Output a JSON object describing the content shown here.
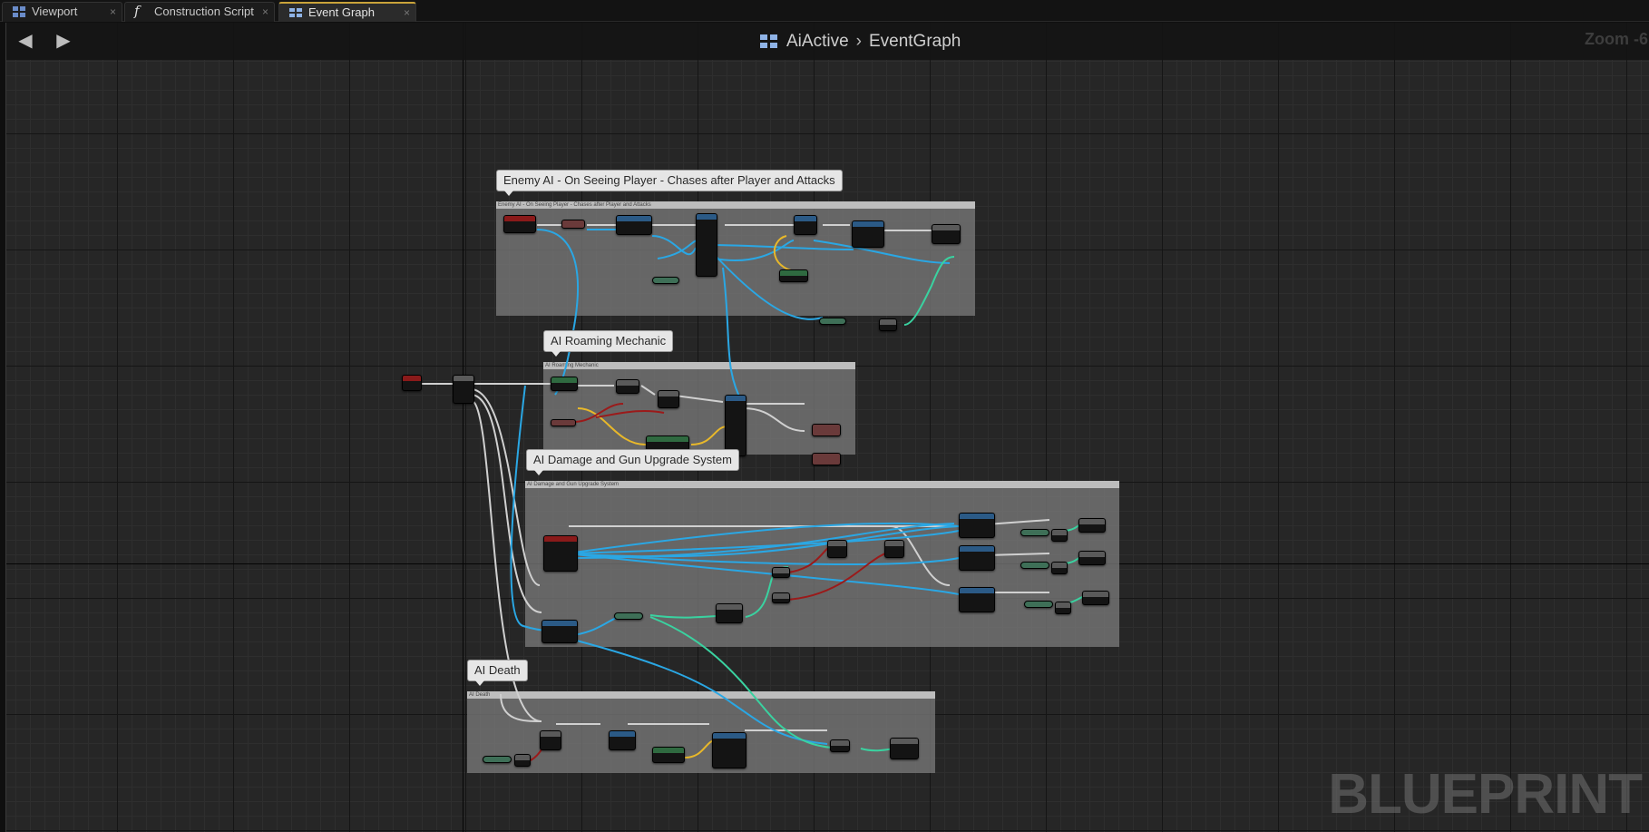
{
  "tabs": [
    {
      "label": "Viewport",
      "icon": "viewport-icon",
      "active": false
    },
    {
      "label": "Construction Script",
      "icon": "function-icon",
      "active": false
    },
    {
      "label": "Event Graph",
      "icon": "event-graph-icon",
      "active": true
    }
  ],
  "breadcrumb": {
    "blueprint": "AiActive",
    "separator": "›",
    "graph": "EventGraph"
  },
  "zoom_label": "Zoom -6",
  "watermark": "BLUEPRINT",
  "comments": [
    {
      "title": "Enemy AI - On Seeing Player - Chases after Player and Attacks",
      "small": "Enemy AI - On Seeing Player - Chases after Player and Attacks"
    },
    {
      "title": "AI Roaming Mechanic",
      "small": "AI Roaming Mechanic"
    },
    {
      "title": "AI Damage and Gun Upgrade System",
      "small": "AI Damage and Gun Upgrade System"
    },
    {
      "title": "AI Death",
      "small": "AI Death"
    }
  ],
  "colors": {
    "exec_wire": "#d8d8d8",
    "object_wire": "#2aa7e4",
    "float_wire": "#e8b82a",
    "bool_wire": "#9b1a1a",
    "vector_wire": "#3ad2a0",
    "tab_accent": "#c9a33a"
  }
}
